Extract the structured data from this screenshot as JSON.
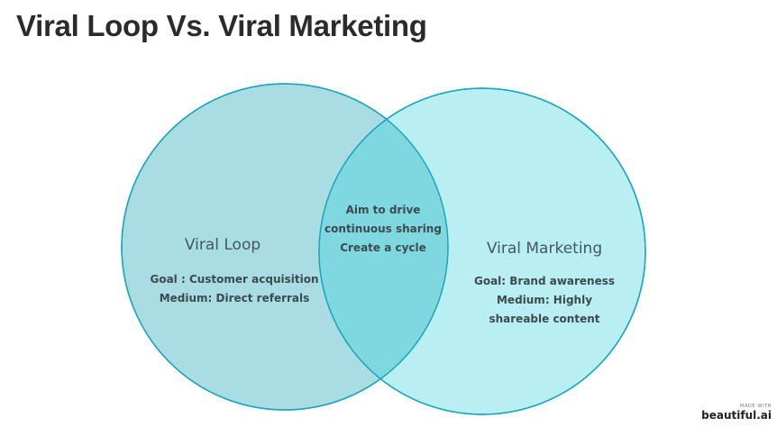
{
  "title": "Viral Loop Vs. Viral Marketing",
  "venn": {
    "left": {
      "label": "Viral Loop",
      "lines": [
        "Goal : Customer acquisition",
        "Medium: Direct referrals"
      ],
      "color": "#a9dde3"
    },
    "right": {
      "label": "Viral Marketing",
      "lines": [
        "Goal: Brand awareness",
        "Medium: Highly",
        "shareable content"
      ],
      "color": "#b9eef3"
    },
    "overlap": {
      "lines": [
        "Aim to drive",
        "continuous sharing",
        "Create a cycle"
      ],
      "color": "#7fd7df"
    },
    "stroke_color": "#1aa7bb"
  },
  "badge": {
    "made_with": "MADE WITH",
    "brand": "beautiful.ai"
  }
}
